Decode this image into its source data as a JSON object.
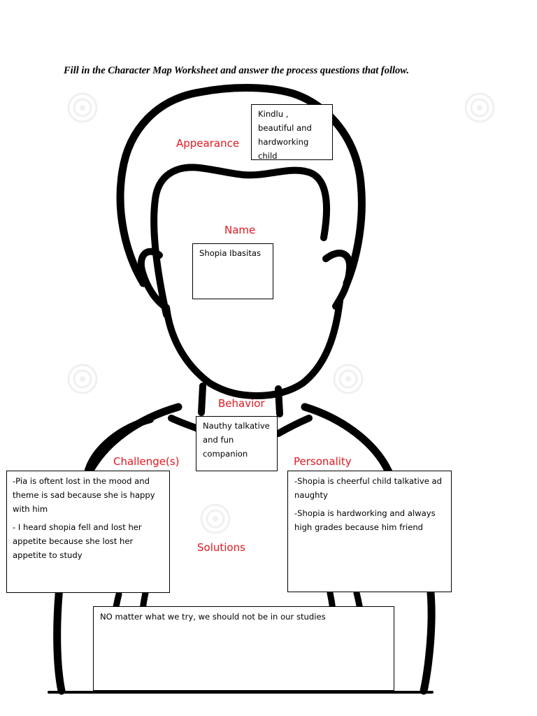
{
  "instruction": "Fill in the  Character Map Worksheet and answer the process questions that follow.",
  "labels": {
    "appearance": "Appearance",
    "name": "Name",
    "behavior": "Behavior",
    "challenges": "Challenge(s)",
    "personality": "Personality",
    "solutions": "Solutions"
  },
  "answers": {
    "appearance": "Kindlu , beautiful and hardworking child",
    "name": "Shopia Ibasitas",
    "behavior": "Nauthy talkative and fun companion",
    "challenges": [
      "-Pia is oftent lost in the mood and theme is sad because she is happy with him",
      "- I heard shopia fell and lost her appetite because she lost her appetite to study"
    ],
    "personality": [
      "-Shopia is cheerful child talkative ad naughty",
      "-Shopia is hardworking and always high grades because him friend"
    ],
    "solutions": "NO matter what we try, we should not be in our studies"
  },
  "colors": {
    "label_red": "#e0252c",
    "outline": "#000000"
  }
}
